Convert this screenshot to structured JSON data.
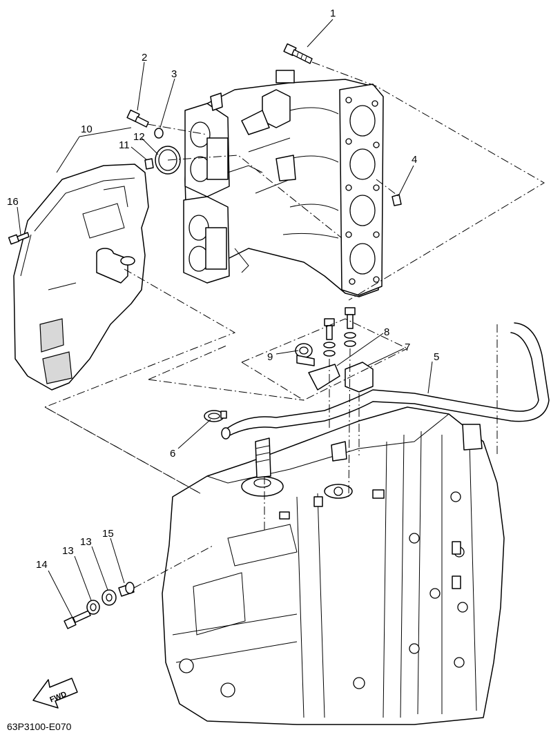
{
  "callouts": {
    "c1": "1",
    "c2": "2",
    "c3": "3",
    "c4": "4",
    "c5": "5",
    "c6": "6",
    "c7": "7",
    "c8": "8",
    "c9": "9",
    "c10": "10",
    "c11": "11",
    "c12": "12",
    "c13a": "13",
    "c13b": "13",
    "c14": "14",
    "c15": "15",
    "c16": "16"
  },
  "fwd_label": "FWD",
  "diagram_code": "63P3100-E070"
}
